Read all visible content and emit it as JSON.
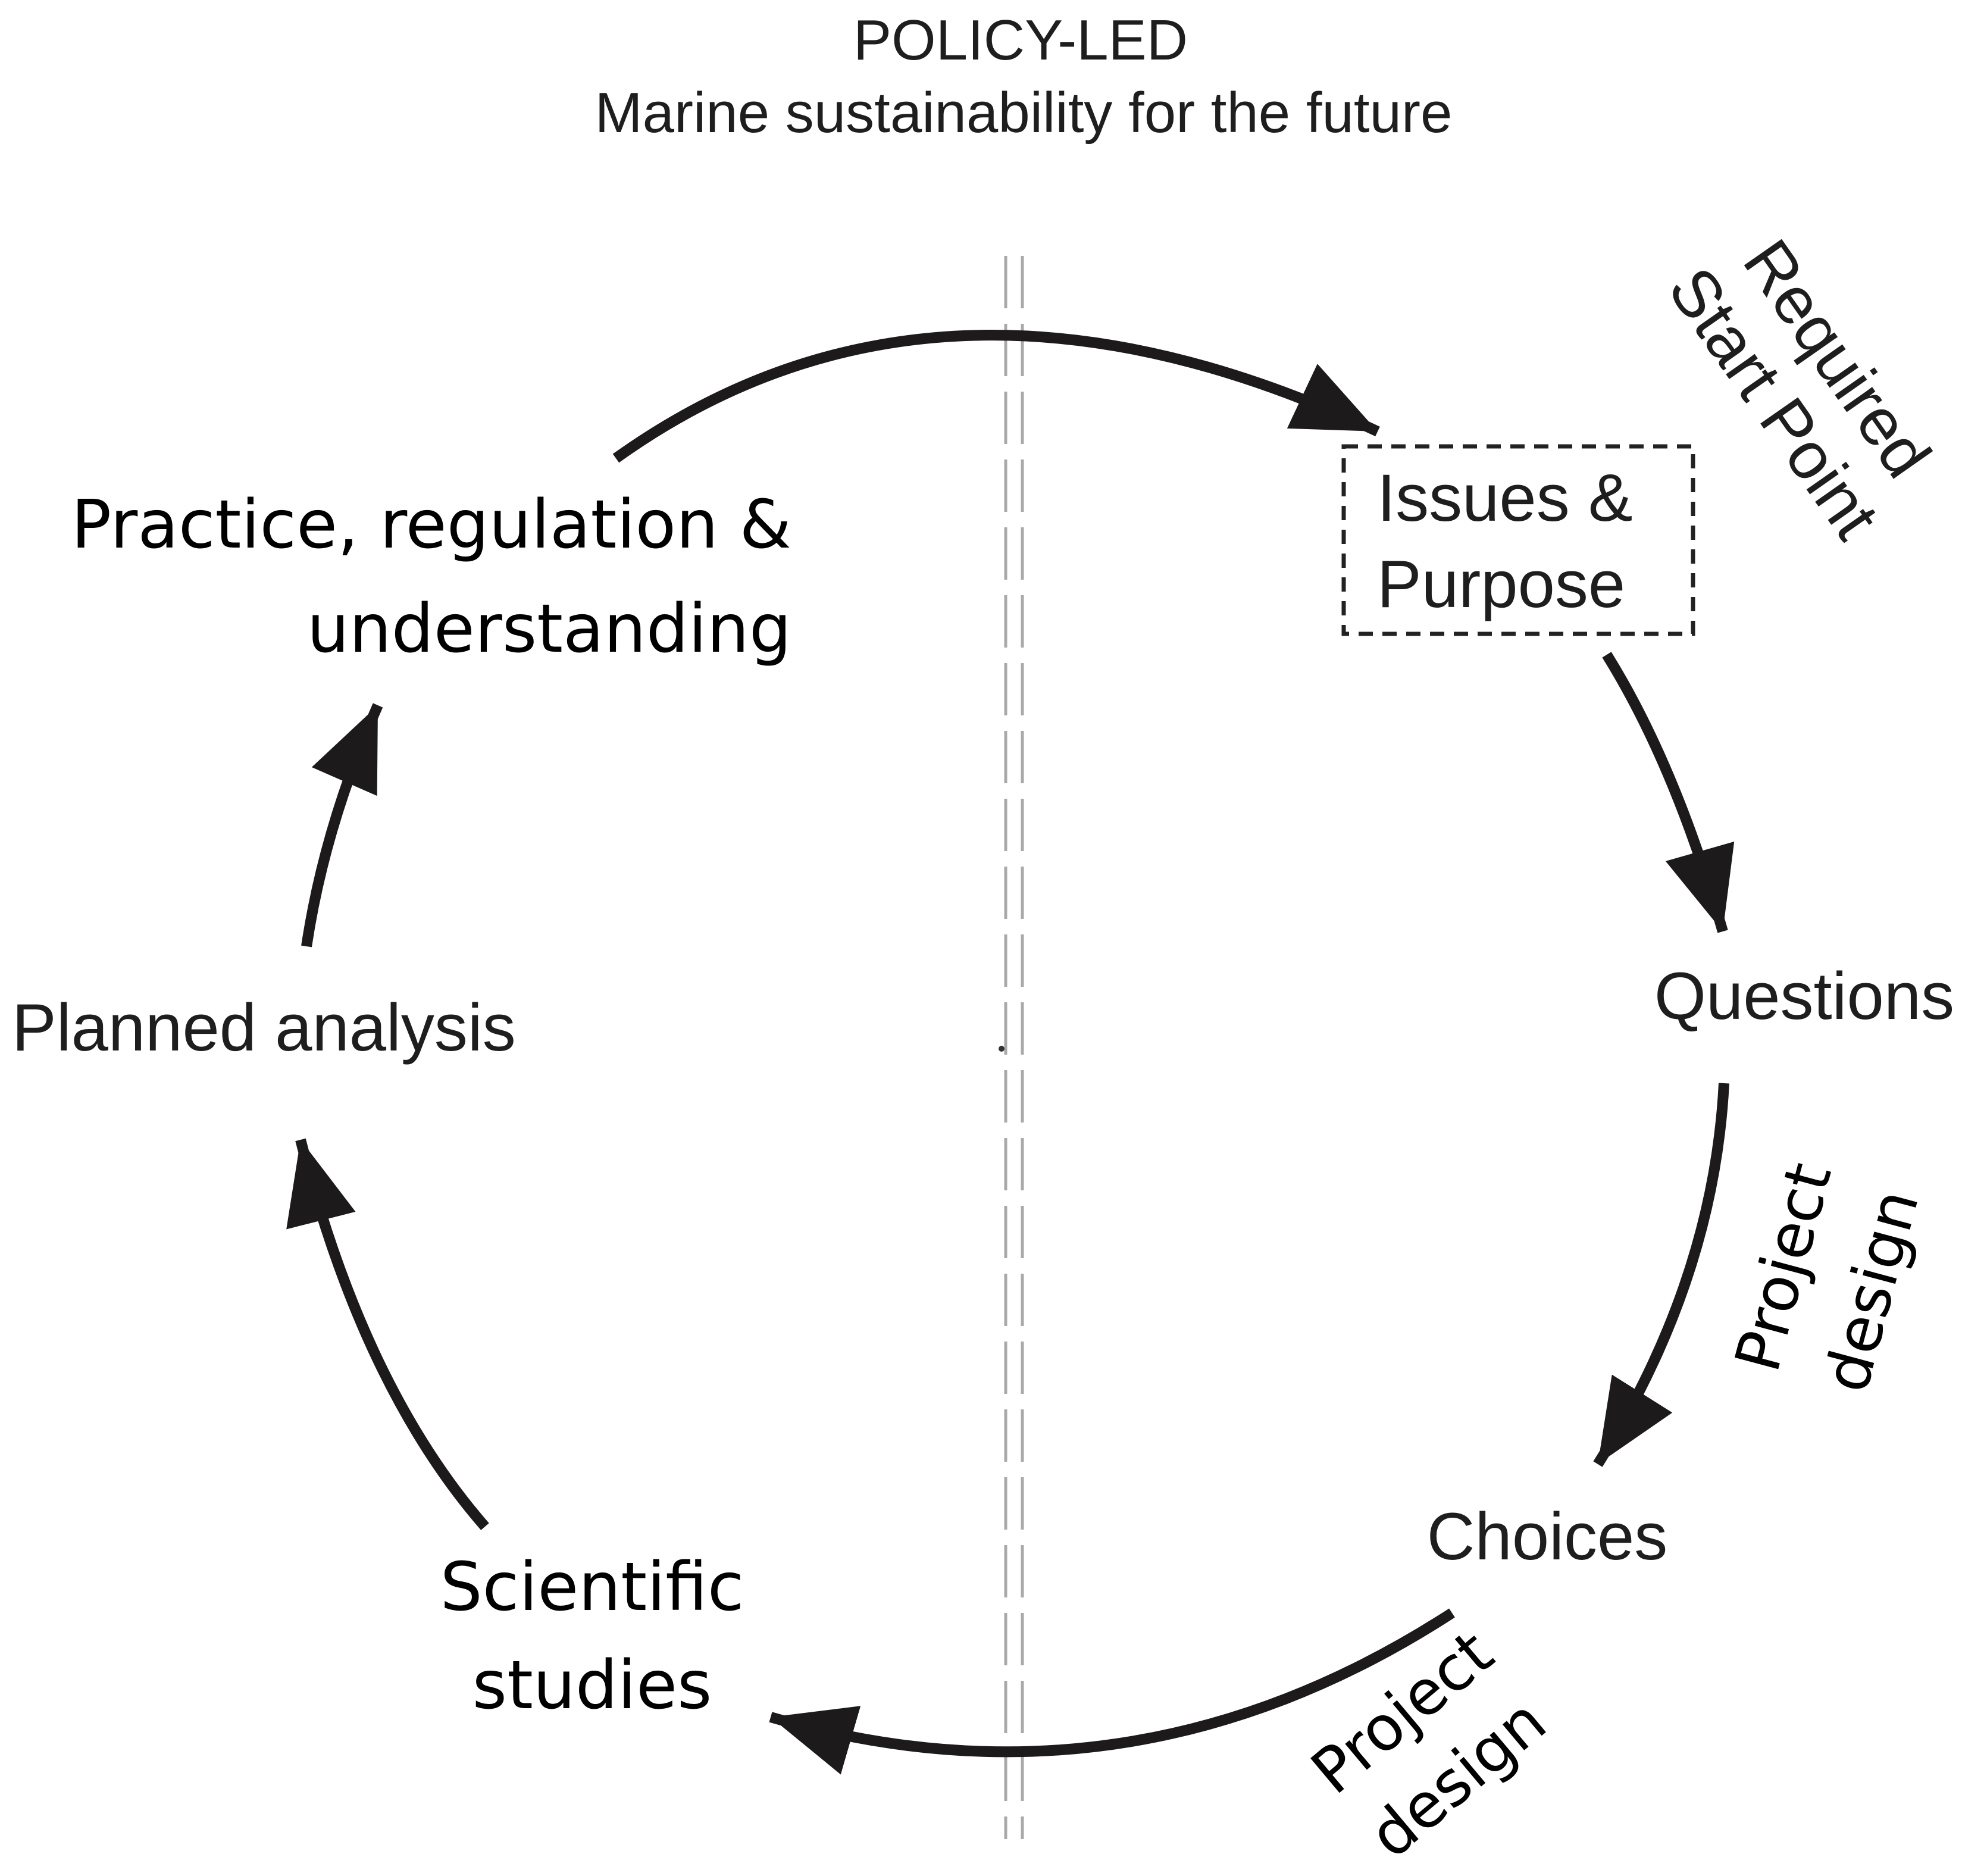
{
  "header": {
    "title": "POLICY-LED",
    "subtitle": "Marine sustainability for the future"
  },
  "nodes": {
    "issues_line1": "Issues &",
    "issues_line2": "Purpose",
    "questions": "Questions",
    "choices": "Choices",
    "scientific_line1": "Scientific",
    "scientific_line2": "studies",
    "planned": "Planned analysis",
    "practice_line1": "Practice, regulation &",
    "practice_line2": "understanding"
  },
  "annotations": {
    "required_line1": "Required",
    "required_line2": "Start Point",
    "project_design_right_line1": "Project",
    "project_design_right_line2": "design",
    "project_design_bottom_line1": "Project",
    "project_design_bottom_line2": "design"
  },
  "colors": {
    "arrow": "#1c1a1b",
    "divider": "#a9a9a9",
    "text": "#1e1e1e"
  }
}
